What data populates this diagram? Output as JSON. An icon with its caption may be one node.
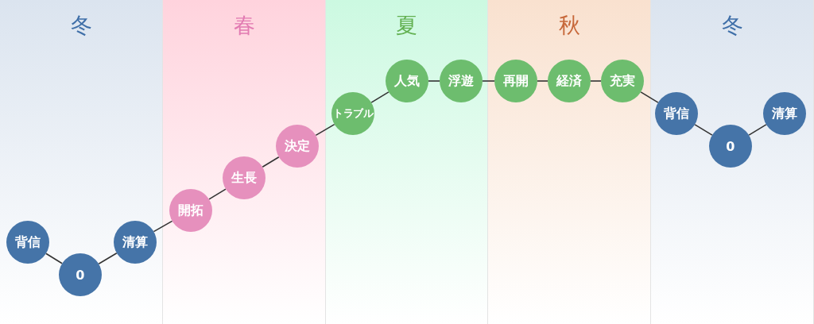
{
  "diagram": {
    "nodes": [
      {
        "text": [
          "冬"
        ]
      },
      {
        "text": [
          "背信"
        ],
        "in": 0
      },
      {
        "text": [
          "0"
        ],
        "in": 0
      },
      {
        "text": [
          "清算"
        ],
        "in": 0
      },
      {
        "text": [
          "春"
        ]
      },
      {
        "text": [
          "開拓"
        ],
        "in": 4
      },
      {
        "text": [
          "生長"
        ],
        "in": 4
      },
      {
        "text": [
          "決定"
        ],
        "in": 4
      },
      {
        "text": [
          "夏"
        ]
      },
      {
        "text": [
          "トラブル"
        ],
        "in": 8
      },
      {
        "text": [
          "人気"
        ],
        "in": 8
      },
      {
        "text": [
          "浮遊"
        ],
        "in": 8
      },
      {
        "text": [
          "秋"
        ]
      },
      {
        "text": [
          "再開"
        ],
        "in": 12
      },
      {
        "text": [
          "経済"
        ],
        "in": 12
      },
      {
        "text": [
          "充実"
        ],
        "in": 12
      },
      {
        "text": [
          "冬"
        ]
      },
      {
        "text": [
          "背信"
        ],
        "in": 16
      },
      {
        "text": [
          "0"
        ],
        "in": 16
      },
      {
        "text": [
          "清算"
        ],
        "in": 16
      }
    ],
    "edges": [
      {
        "from": 1,
        "to": 2,
        "arrow": "none"
      },
      {
        "from": 2,
        "to": 3,
        "arrow": "none"
      },
      {
        "from": 3,
        "to": 5,
        "arrow": "none"
      },
      {
        "from": 5,
        "to": 6,
        "arrow": "none"
      },
      {
        "from": 6,
        "to": 7,
        "arrow": "none"
      },
      {
        "from": 7,
        "to": 9,
        "arrow": "none"
      },
      {
        "from": 9,
        "to": 10,
        "arrow": "none"
      },
      {
        "from": 10,
        "to": 11,
        "arrow": "none"
      },
      {
        "from": 11,
        "to": 13,
        "arrow": "none"
      },
      {
        "from": 13,
        "to": 14,
        "arrow": "none"
      },
      {
        "from": 14,
        "to": 15,
        "arrow": "none"
      },
      {
        "from": 15,
        "to": 17,
        "arrow": "none"
      },
      {
        "from": 17,
        "to": 18,
        "arrow": "none"
      },
      {
        "from": 18,
        "to": 19,
        "arrow": "none"
      }
    ]
  }
}
